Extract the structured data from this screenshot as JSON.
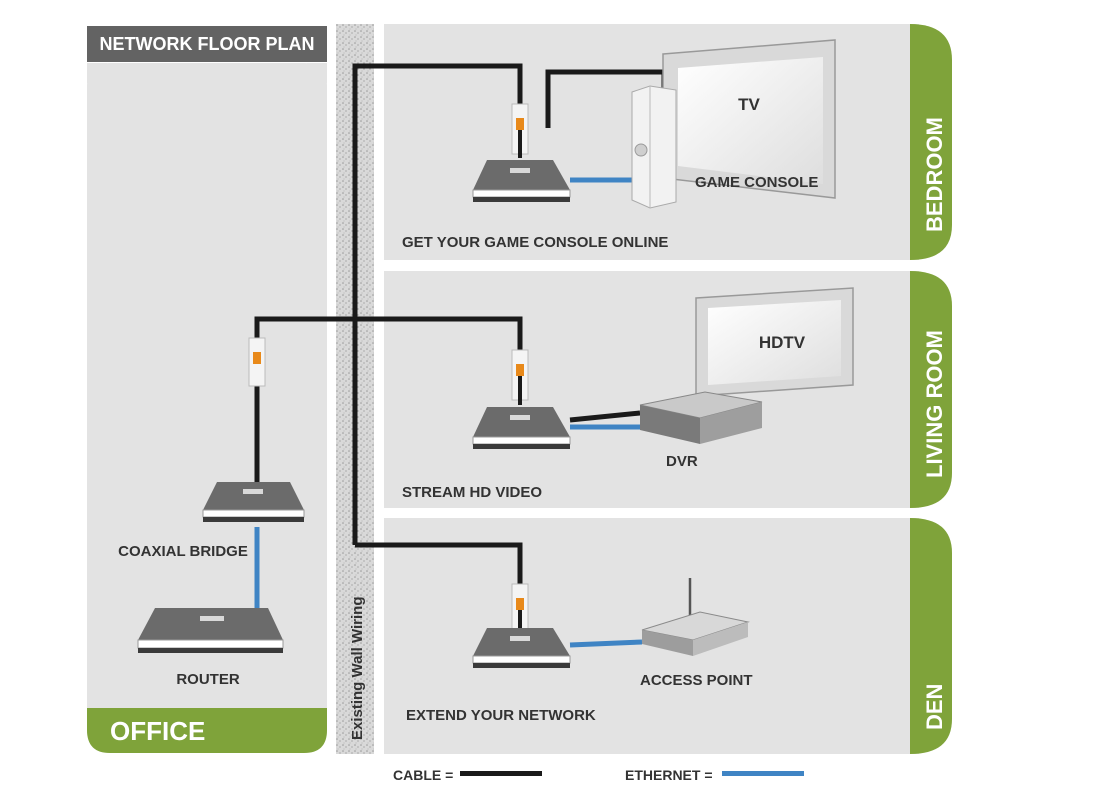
{
  "title": "NETWORK FLOOR PLAN",
  "rooms": {
    "office": "OFFICE",
    "bedroom": "BEDROOM",
    "living_room": "LIVING ROOM",
    "den": "DEN"
  },
  "wall_label": "Existing Wall Wiring",
  "devices": {
    "tv": "TV",
    "game_console": "GAME CONSOLE",
    "hdtv": "HDTV",
    "dvr": "DVR",
    "access_point": "ACCESS POINT",
    "coaxial_bridge": "COAXIAL BRIDGE",
    "router": "ROUTER"
  },
  "captions": {
    "bedroom": "GET YOUR GAME CONSOLE ONLINE",
    "living_room": "STREAM HD VIDEO",
    "den": "EXTEND YOUR NETWORK"
  },
  "legend": {
    "cable": "CABLE =",
    "ethernet": "ETHERNET ="
  },
  "colors": {
    "room_bg": "#e3e3e3",
    "green": "#7fa33a",
    "title_bar": "#636363",
    "cable": "#1a1a1a",
    "ethernet": "#3f84c4",
    "device_gray": "#6b6b6b",
    "connector_orange": "#e8891a"
  }
}
